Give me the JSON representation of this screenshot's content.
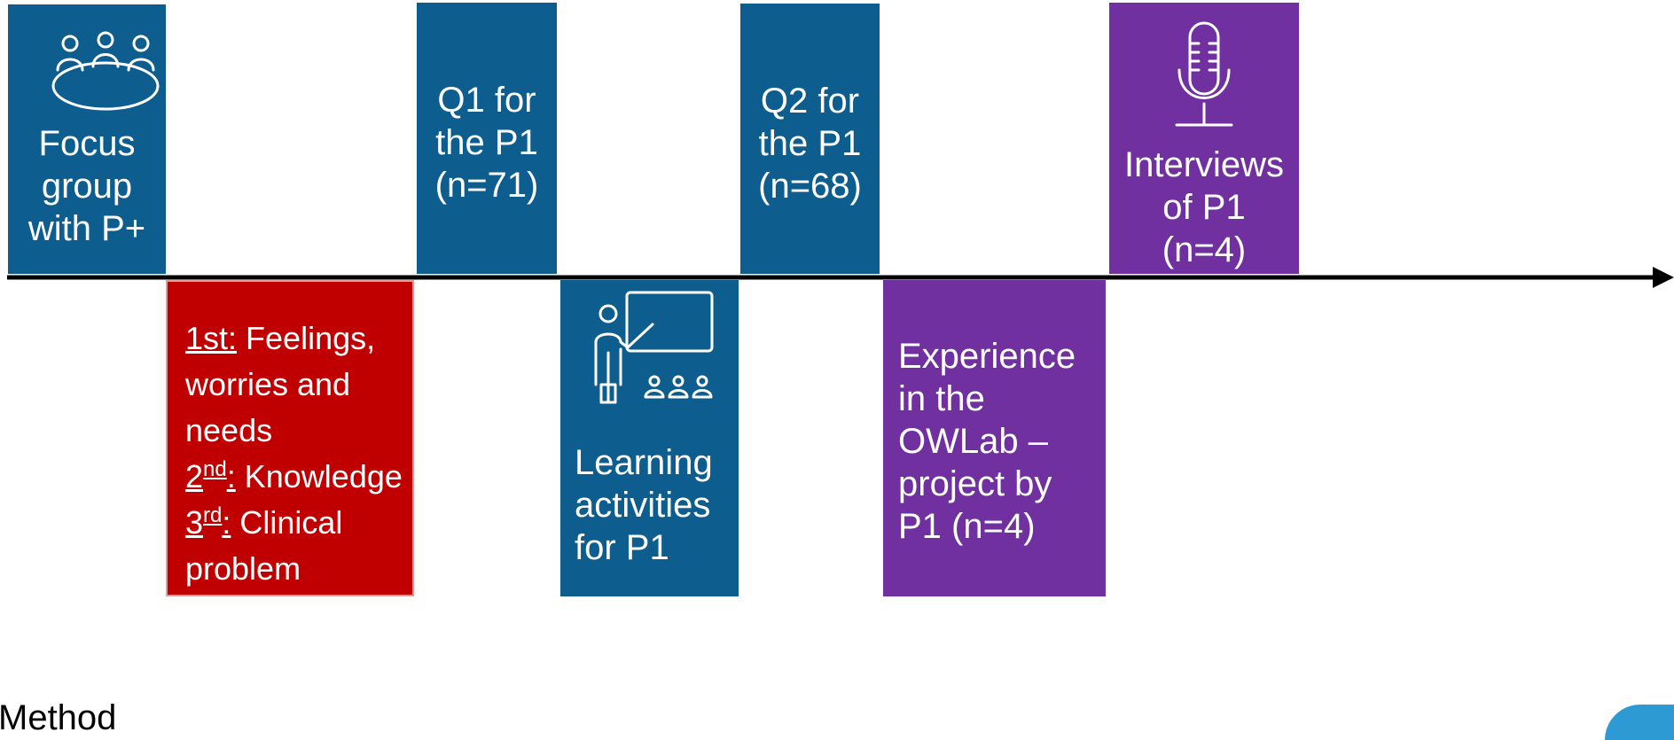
{
  "colors": {
    "blue": "#0D5E8F",
    "red": "#C00000",
    "purple": "#7030A0",
    "axis": "#000000",
    "corner_accent": "#2E9AD3"
  },
  "above": [
    {
      "text": "Focus\ngroup\nwith P+",
      "icon": "meeting-table-icon"
    },
    {
      "text": "Q1 for\nthe P1\n(n=71)"
    },
    {
      "text": "Q2 for\nthe P1\n(n=68)"
    },
    {
      "text": "Interviews\nof P1\n(n=4)",
      "icon": "microphone-icon"
    }
  ],
  "below": {
    "red": {
      "lines": [
        {
          "lead": "1st:",
          "rest": " Feelings,"
        },
        {
          "rest": "worries and"
        },
        {
          "rest": "needs"
        },
        {
          "lead": "2",
          "sup": "nd",
          "lead2": ":",
          "rest": " Knowledge"
        },
        {
          "lead": "3",
          "sup": "rd",
          "lead2": ":",
          "rest": " Clinical"
        },
        {
          "rest": "problem"
        }
      ]
    },
    "learning": {
      "text": "Learning\nactivities\nfor P1",
      "icon": "teacher-presentation-icon"
    },
    "owlab": {
      "text": "Experience\nin the\nOWLab –\nproject by\nP1 (n=4)"
    }
  },
  "footer_partial": "Method"
}
